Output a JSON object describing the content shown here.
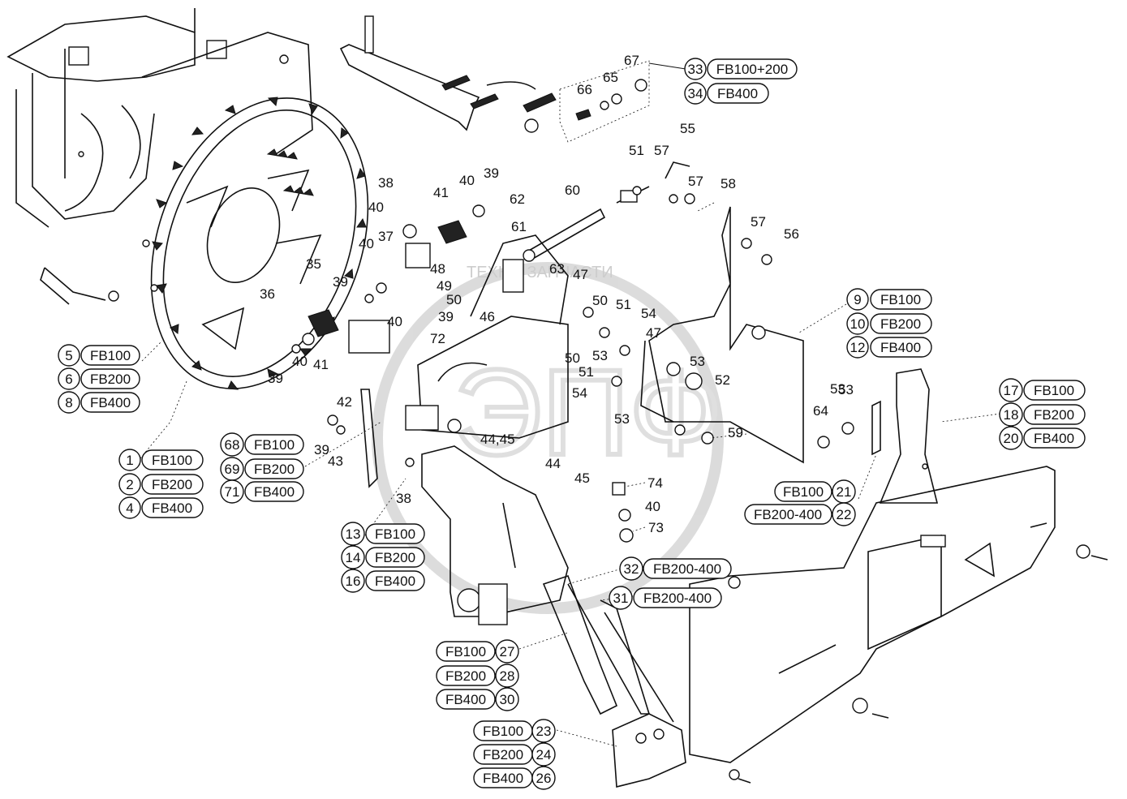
{
  "watermark": {
    "text": "ТЕХНО ЗАПЧАСТИ",
    "logo": "ЭПФ"
  },
  "part_numbers": [
    "67",
    "66",
    "65",
    "55",
    "51",
    "57",
    "57",
    "58",
    "57",
    "56",
    "60",
    "38",
    "40",
    "39",
    "41",
    "62",
    "61",
    "40",
    "37",
    "40",
    "48",
    "35",
    "36",
    "39",
    "49",
    "50",
    "63",
    "47",
    "50",
    "51",
    "54",
    "46",
    "39",
    "40",
    "72",
    "47",
    "50",
    "53",
    "53",
    "40",
    "41",
    "39",
    "51",
    "54",
    "52",
    "53",
    "53",
    "59",
    "42",
    "44,45",
    "39",
    "43",
    "38",
    "44",
    "45",
    "74",
    "40",
    "73",
    "64",
    "53"
  ],
  "variants": {
    "g33": {
      "num": "33",
      "label": "FB100+200"
    },
    "g34": {
      "num": "34",
      "label": "FB400"
    },
    "g9": {
      "num": "9",
      "label": "FB100"
    },
    "g10": {
      "num": "10",
      "label": "FB200"
    },
    "g12": {
      "num": "12",
      "label": "FB400"
    },
    "g5": {
      "num": "5",
      "label": "FB100"
    },
    "g6": {
      "num": "6",
      "label": "FB200"
    },
    "g8": {
      "num": "8",
      "label": "FB400"
    },
    "g17": {
      "num": "17",
      "label": "FB100"
    },
    "g18": {
      "num": "18",
      "label": "FB200"
    },
    "g20": {
      "num": "20",
      "label": "FB400"
    },
    "g68": {
      "num": "68",
      "label": "FB100"
    },
    "g69": {
      "num": "69",
      "label": "FB200"
    },
    "g71": {
      "num": "71",
      "label": "FB400"
    },
    "g1": {
      "num": "1",
      "label": "FB100"
    },
    "g2": {
      "num": "2",
      "label": "FB200"
    },
    "g4": {
      "num": "4",
      "label": "FB400"
    },
    "g21": {
      "num": "21",
      "label": "FB100"
    },
    "g22": {
      "num": "22",
      "label": "FB200-400"
    },
    "g13": {
      "num": "13",
      "label": "FB100"
    },
    "g14": {
      "num": "14",
      "label": "FB200"
    },
    "g16": {
      "num": "16",
      "label": "FB400"
    },
    "g32": {
      "num": "32",
      "label": "FB200-400"
    },
    "g31": {
      "num": "31",
      "label": "FB200-400"
    },
    "g27": {
      "num": "27",
      "label": "FB100"
    },
    "g28": {
      "num": "28",
      "label": "FB200"
    },
    "g30": {
      "num": "30",
      "label": "FB400"
    },
    "g23": {
      "num": "23",
      "label": "FB100"
    },
    "g24": {
      "num": "24",
      "label": "FB200"
    },
    "g26": {
      "num": "26",
      "label": "FB400"
    }
  }
}
